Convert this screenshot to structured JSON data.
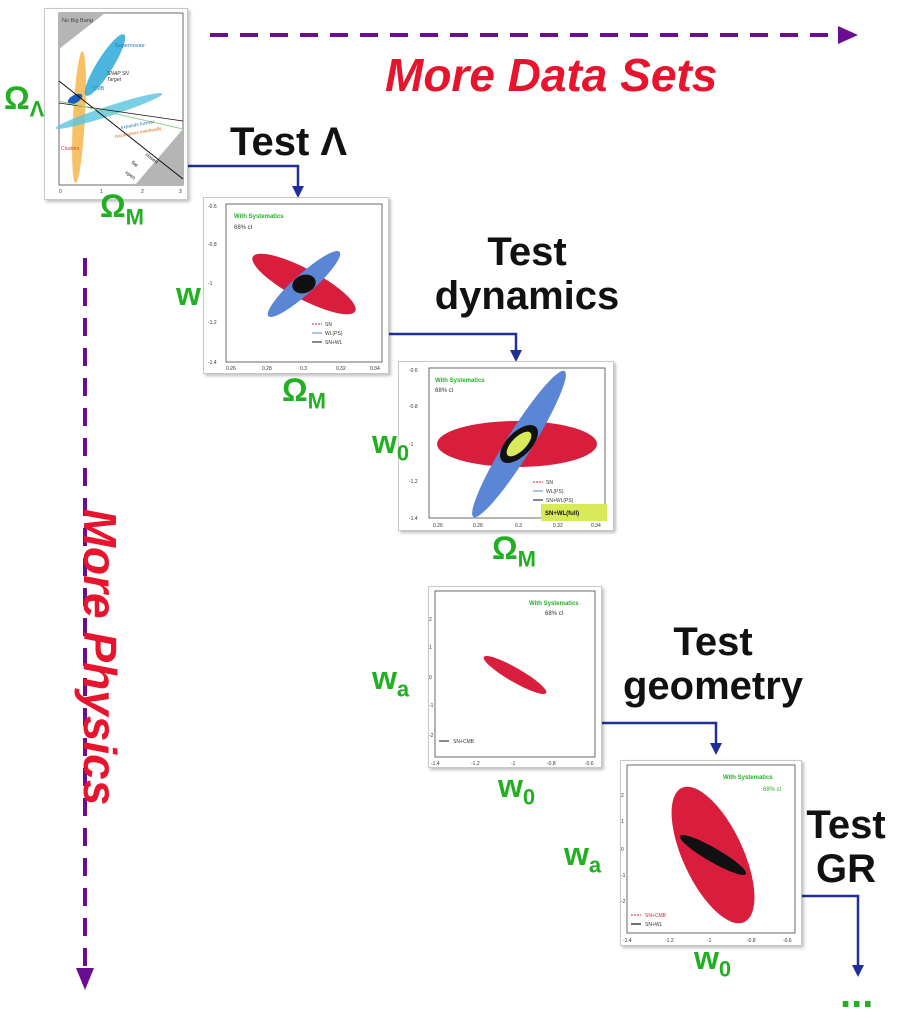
{
  "headlines": {
    "top": "More Data Sets",
    "side": "More Physics",
    "tail": "..."
  },
  "tests": {
    "lambda": "Test Λ",
    "dynamics_1": "Test",
    "dynamics_2": "dynamics",
    "geometry_1": "Test",
    "geometry_2": "geometry",
    "gr_1": "Test",
    "gr_2": "GR"
  },
  "axis_names": {
    "p1_y": "ΩΛ",
    "p1_x": "ΩM",
    "p2_y": "w",
    "p2_x": "ΩM",
    "p3_y": "w0",
    "p3_x": "ΩM",
    "p4_y": "wa",
    "p4_x": "w0",
    "p5_y": "wa",
    "p5_x": "w0"
  },
  "panel1": {
    "label_tl": "No Big Bang",
    "supernovae": "Supernovae",
    "snap": "SNAP SN",
    "snap2": "Target",
    "cmb": "CMB",
    "expands": "expands forever",
    "recollapses": "recollapses eventually",
    "clusters": "Clusters",
    "closed": "closed",
    "flat": "flat",
    "open": "open",
    "ticks_x": [
      "0",
      "1",
      "2",
      "3"
    ]
  },
  "panel2": {
    "title": "With Systematics",
    "cl": "68% cl",
    "legend": [
      "SN",
      "WL(PS)",
      "SN+WL"
    ],
    "ticks_y": [
      "-0.6",
      "-0.8",
      "-1",
      "-1.2",
      "-1.4"
    ],
    "ticks_x": [
      "0.26",
      "0.28",
      "0.3",
      "0.32",
      "0.34"
    ]
  },
  "panel3": {
    "title": "With Systematics",
    "cl": "68% cl",
    "legend": [
      "SN",
      "WL(PS)",
      "SN+WL(PS)"
    ],
    "badge": "SN+WL(full)",
    "ticks_y": [
      "-0.6",
      "-0.8",
      "-1",
      "-1.2",
      "-1.4"
    ],
    "ticks_x": [
      "0.26",
      "0.28",
      "0.3",
      "0.32",
      "0.34"
    ]
  },
  "panel4": {
    "title": "With Systematics",
    "cl": "68% cl",
    "legend": [
      "SN+CMB"
    ],
    "ticks_y": [
      "2",
      "1",
      "0",
      "-1",
      "-2"
    ],
    "ticks_x": [
      "-1.4",
      "-1.2",
      "-1",
      "-0.8",
      "-0.6"
    ]
  },
  "panel5": {
    "title": "With Systematics",
    "cl": "68% cl",
    "legend": [
      "SN+CMB",
      "SN+WL"
    ],
    "ticks_y": [
      "2",
      "1",
      "0",
      "-1",
      "-2"
    ],
    "ticks_x": [
      "-1.4",
      "-1.2",
      "-1",
      "-0.8",
      "-0.6"
    ]
  },
  "colors": {
    "green": "#22b022",
    "red_text": "#e8142d",
    "purple_arrow": "#6a0d91",
    "navy_arrow": "#1f2f9a",
    "ellipse_red": "#d81e3c",
    "ellipse_blue": "#5b86d6",
    "ellipse_black": "#111111",
    "ellipse_yellow": "#d8ea5a"
  }
}
